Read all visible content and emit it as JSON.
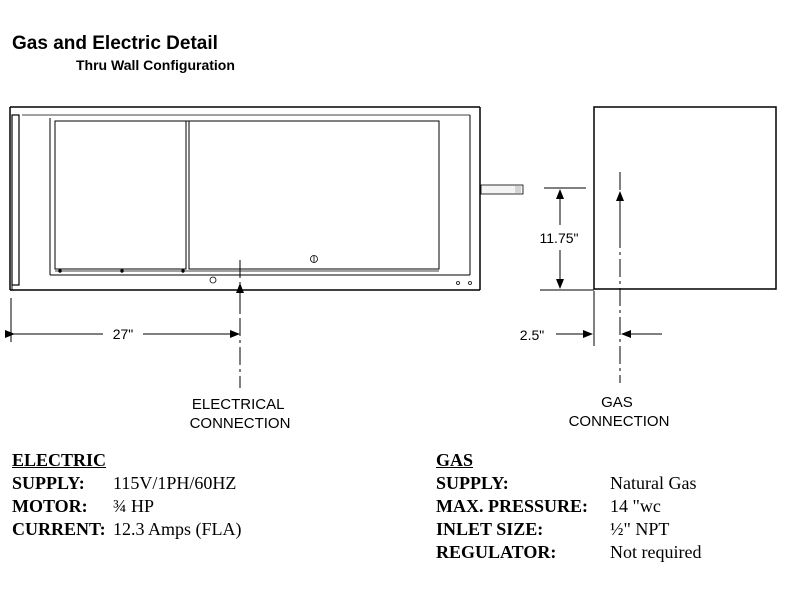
{
  "header": {
    "title": "Gas and Electric Detail",
    "subtitle": "Thru Wall Configuration"
  },
  "dimensions": {
    "width_left": "27\"",
    "height_gas": "11.75\"",
    "offset_gas": "2.5\""
  },
  "connections": {
    "electrical": [
      "ELECTRICAL",
      "CONNECTION"
    ],
    "gas": [
      "GAS",
      "CONNECTION"
    ]
  },
  "electric": {
    "heading": "ELECTRIC",
    "rows": [
      {
        "label": "SUPPLY:",
        "value": "115V/1PH/60HZ"
      },
      {
        "label": "MOTOR:",
        "value": "¾ HP"
      },
      {
        "label": "CURRENT:",
        "value": "12.3 Amps (FLA)"
      }
    ]
  },
  "gas": {
    "heading": "GAS",
    "rows": [
      {
        "label": "SUPPLY:",
        "value": "Natural Gas"
      },
      {
        "label": "MAX. PRESSURE:",
        "value": "14 \"wc"
      },
      {
        "label": "INLET SIZE:",
        "value": "½\" NPT"
      },
      {
        "label": "REGULATOR:",
        "value": "Not required"
      }
    ]
  }
}
